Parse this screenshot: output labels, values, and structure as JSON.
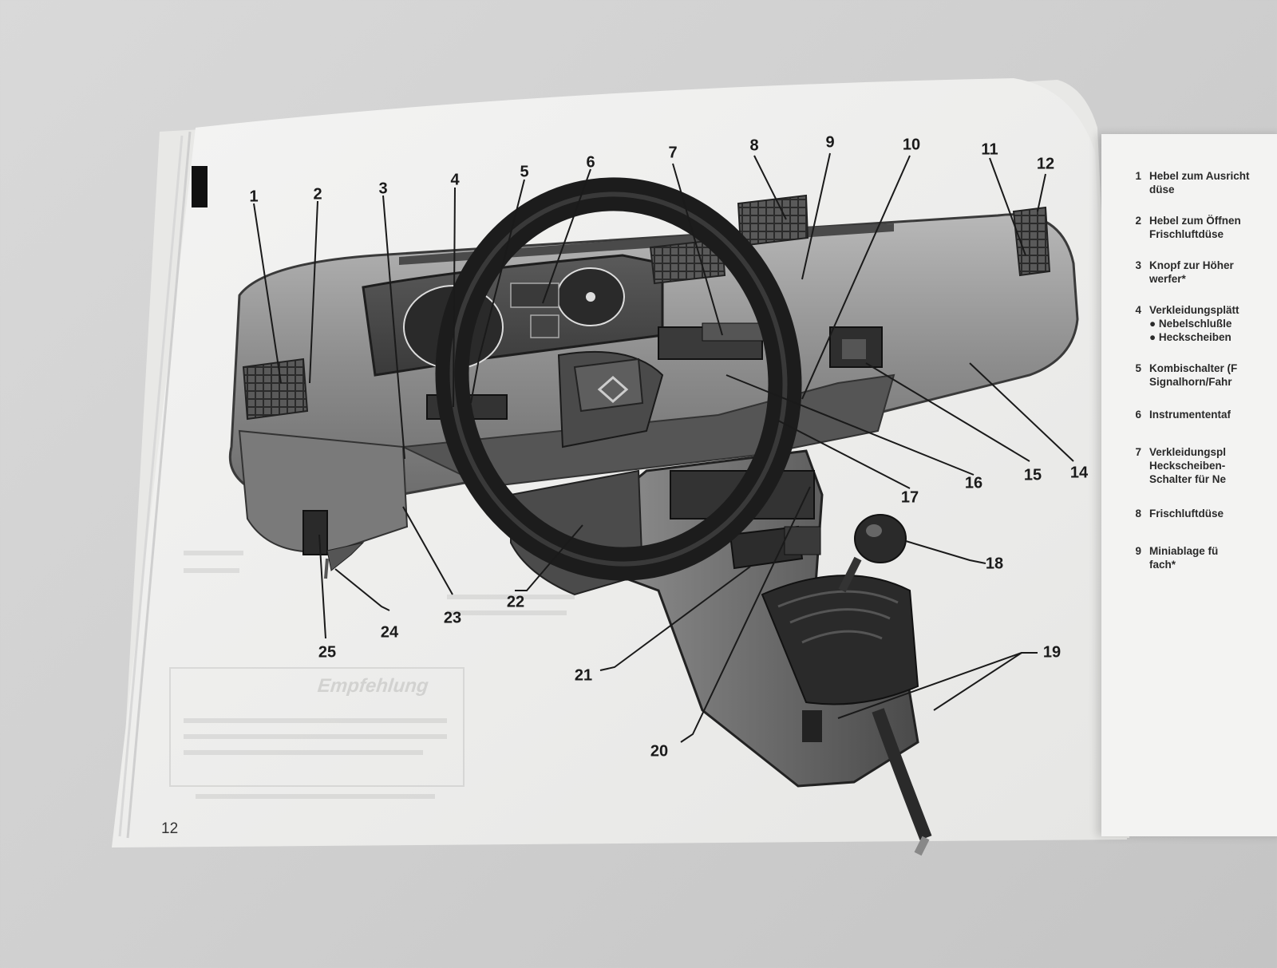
{
  "page": {
    "number": "12"
  },
  "figure": {
    "subject": "Renault dashboard illustration",
    "callouts": [
      "1",
      "2",
      "3",
      "4",
      "5",
      "6",
      "7",
      "8",
      "9",
      "10",
      "11",
      "12",
      "14",
      "15",
      "16",
      "17",
      "18",
      "19",
      "20",
      "21",
      "22",
      "23",
      "24",
      "25"
    ],
    "faint_box_heading": "Empfehlung"
  },
  "legend": [
    {
      "num": "1",
      "lines": [
        "Hebel zum Ausricht",
        "düse"
      ]
    },
    {
      "num": "2",
      "lines": [
        "Hebel zum Öffnen",
        "Frischluftdüse"
      ]
    },
    {
      "num": "3",
      "lines": [
        "Knopf  zur  Höher",
        "werfer*"
      ]
    },
    {
      "num": "4",
      "lines": [
        "Verkleidungsplätt",
        "● Nebelschlußle",
        "● Heckscheiben"
      ]
    },
    {
      "num": "5",
      "lines": [
        "Kombischalter (F",
        "Signalhorn/Fahr"
      ]
    },
    {
      "num": "6",
      "lines": [
        "Instrumententaf"
      ]
    },
    {
      "num": "7",
      "lines": [
        "Verkleidungspl",
        "Heckscheiben-",
        "Schalter für Ne"
      ]
    },
    {
      "num": "8",
      "lines": [
        "Frischluftdüse"
      ]
    },
    {
      "num": "9",
      "lines": [
        "Miniablage  fü",
        "fach*"
      ]
    }
  ]
}
